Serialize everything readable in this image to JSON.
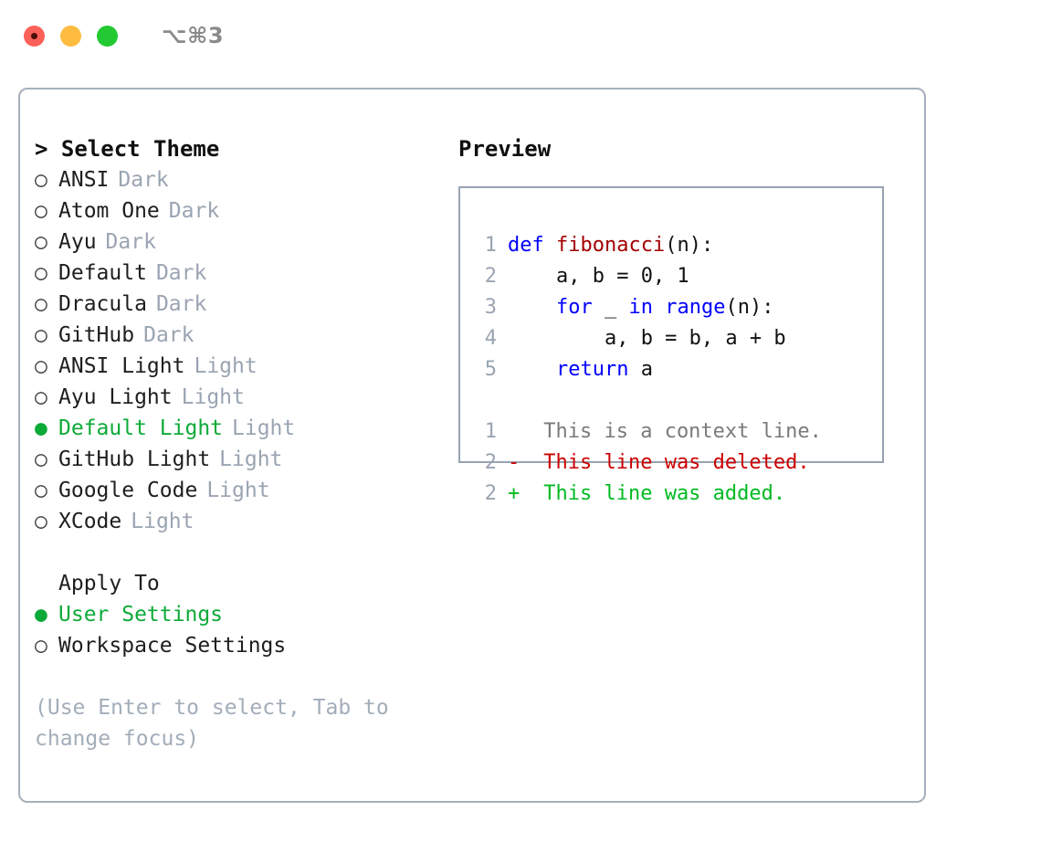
{
  "titlebar": {
    "shortcut": "⌥⌘3",
    "buttons": {
      "close": "close",
      "minimize": "minimize",
      "maximize": "maximize"
    }
  },
  "left": {
    "header": "> Select Theme",
    "themes": [
      {
        "bullet": "○",
        "name": "ANSI",
        "badge": "Dark",
        "selected": false
      },
      {
        "bullet": "○",
        "name": "Atom One",
        "badge": "Dark",
        "selected": false
      },
      {
        "bullet": "○",
        "name": "Ayu",
        "badge": "Dark",
        "selected": false
      },
      {
        "bullet": "○",
        "name": "Default",
        "badge": "Dark",
        "selected": false
      },
      {
        "bullet": "○",
        "name": "Dracula",
        "badge": "Dark",
        "selected": false
      },
      {
        "bullet": "○",
        "name": "GitHub",
        "badge": "Dark",
        "selected": false
      },
      {
        "bullet": "○",
        "name": "ANSI Light",
        "badge": "Light",
        "selected": false
      },
      {
        "bullet": "○",
        "name": "Ayu Light",
        "badge": "Light",
        "selected": false
      },
      {
        "bullet": "●",
        "name": "Default Light",
        "badge": "Light",
        "selected": true
      },
      {
        "bullet": "○",
        "name": "GitHub Light",
        "badge": "Light",
        "selected": false
      },
      {
        "bullet": "○",
        "name": "Google Code",
        "badge": "Light",
        "selected": false
      },
      {
        "bullet": "○",
        "name": "XCode",
        "badge": "Light",
        "selected": false
      }
    ],
    "apply_to": {
      "header": "Apply To",
      "options": [
        {
          "bullet": "●",
          "label": "User Settings",
          "selected": true
        },
        {
          "bullet": "○",
          "label": "Workspace Settings",
          "selected": false
        }
      ]
    },
    "hint": "(Use Enter to select, Tab to change focus)"
  },
  "right": {
    "header": "Preview",
    "code_lines": [
      {
        "no": "1",
        "tokens": [
          {
            "t": "def",
            "c": "kw"
          },
          {
            "t": " ",
            "c": "plain"
          },
          {
            "t": "fibonacci",
            "c": "fn"
          },
          {
            "t": "(n):",
            "c": "plain"
          }
        ]
      },
      {
        "no": "2",
        "tokens": [
          {
            "t": "    a, b = 0, 1",
            "c": "plain"
          }
        ]
      },
      {
        "no": "3",
        "tokens": [
          {
            "t": "    ",
            "c": "plain"
          },
          {
            "t": "for",
            "c": "kw"
          },
          {
            "t": " _ ",
            "c": "plain"
          },
          {
            "t": "in",
            "c": "kw"
          },
          {
            "t": " ",
            "c": "plain"
          },
          {
            "t": "range",
            "c": "kw"
          },
          {
            "t": "(n):",
            "c": "plain"
          }
        ]
      },
      {
        "no": "4",
        "tokens": [
          {
            "t": "        a, b = b, a + b",
            "c": "plain"
          }
        ]
      },
      {
        "no": "5",
        "tokens": [
          {
            "t": "    ",
            "c": "plain"
          },
          {
            "t": "return",
            "c": "kw"
          },
          {
            "t": " a",
            "c": "plain"
          }
        ]
      }
    ],
    "diff_lines": [
      {
        "no": "1",
        "marker": " ",
        "text": " This is a context line.",
        "kind": "ctx"
      },
      {
        "no": "2",
        "marker": "-",
        "text": " This line was deleted.",
        "kind": "del"
      },
      {
        "no": "2",
        "marker": "+",
        "text": " This line was added.",
        "kind": "add"
      }
    ]
  },
  "colors": {
    "accent_green": "#0caa38",
    "diff_add": "#00bb22",
    "diff_del": "#cc0000",
    "keyword": "#0000ff",
    "function": "#a30000",
    "muted": "#9aa4b2",
    "border": "#a7b0bd"
  }
}
